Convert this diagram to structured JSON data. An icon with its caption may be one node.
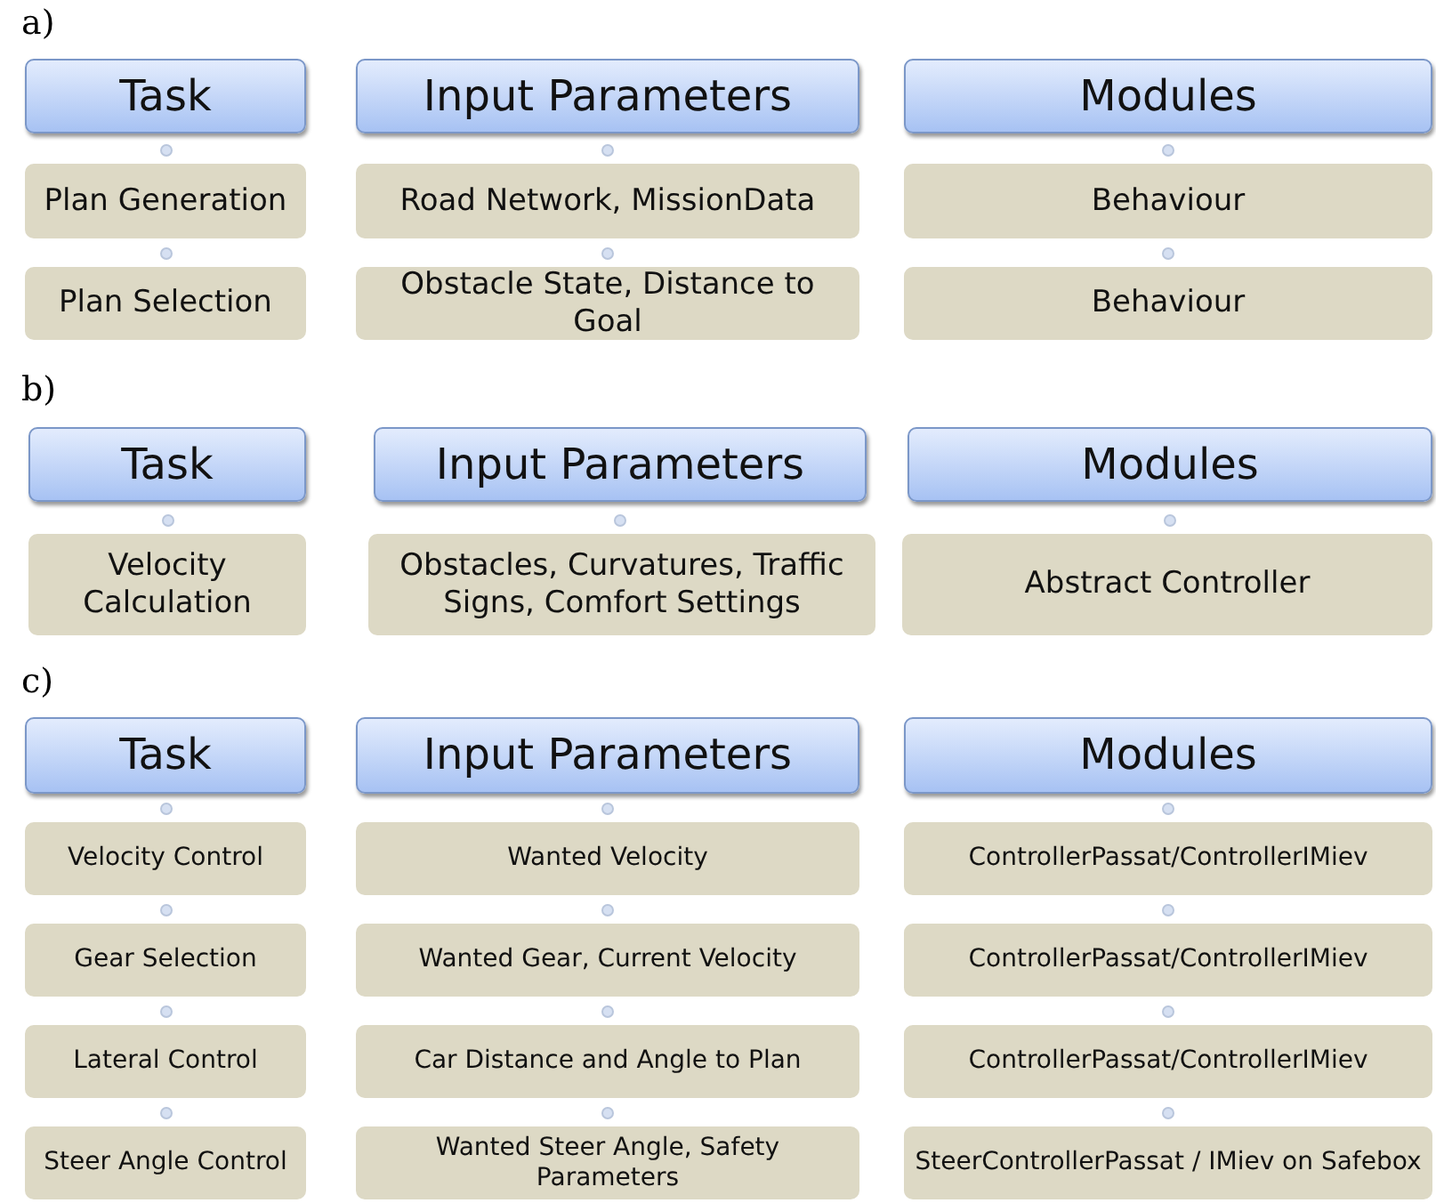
{
  "diagram": {
    "nodes": [
      {
        "text": [
          "Task"
        ]
      },
      {
        "text": [
          "Input Parameters"
        ]
      },
      {
        "text": [
          "Modules"
        ]
      },
      {
        "text": [
          "Plan Generation"
        ]
      },
      {
        "text": [
          "Road Network, MissionData"
        ]
      },
      {
        "text": [
          "Behaviour"
        ]
      },
      {
        "text": [
          "Plan Selection"
        ]
      },
      {
        "text": [
          "Obstacle State, Distance to Goal"
        ]
      },
      {
        "text": [
          "Behaviour"
        ]
      },
      {
        "text": [
          "Task"
        ]
      },
      {
        "text": [
          "Input Parameters"
        ]
      },
      {
        "text": [
          "Modules"
        ]
      },
      {
        "text": [
          "Velocity Calculation"
        ]
      },
      {
        "text": [
          "Obstacles, Curvatures, Traffic Signs, Comfort Settings"
        ]
      },
      {
        "text": [
          "Abstract Controller"
        ]
      },
      {
        "text": [
          "Task"
        ]
      },
      {
        "text": [
          "Input Parameters"
        ]
      },
      {
        "text": [
          "Modules"
        ]
      },
      {
        "text": [
          "Velocity Control"
        ]
      },
      {
        "text": [
          "Wanted Velocity"
        ]
      },
      {
        "text": [
          "ControllerPassat/ControllerIMiev"
        ]
      },
      {
        "text": [
          "Gear Selection"
        ]
      },
      {
        "text": [
          "Wanted Gear, Current Velocity"
        ]
      },
      {
        "text": [
          "ControllerPassat/ControllerIMiev"
        ]
      },
      {
        "text": [
          "Lateral Control"
        ]
      },
      {
        "text": [
          "Car Distance and Angle to Plan"
        ]
      },
      {
        "text": [
          "ControllerPassat/ControllerIMiev"
        ]
      },
      {
        "text": [
          "Steer Angle Control"
        ]
      },
      {
        "text": [
          "Wanted Steer Angle, Safety Parameters"
        ]
      },
      {
        "text": [
          "SteerControllerPassat / IMiev on Safebox"
        ]
      }
    ],
    "labels": [
      "a)",
      "b)",
      "c)"
    ]
  }
}
